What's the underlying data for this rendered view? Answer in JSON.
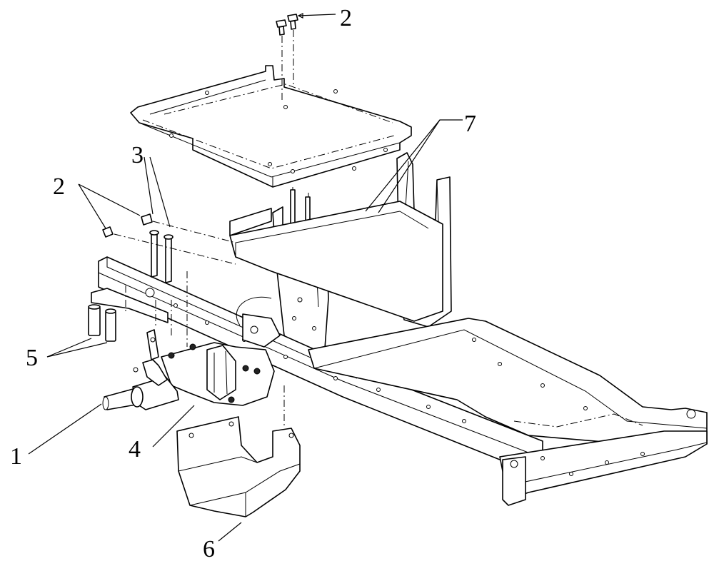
{
  "diagram": {
    "callouts": [
      {
        "id": "c2-top",
        "label": "2"
      },
      {
        "id": "c3",
        "label": "3"
      },
      {
        "id": "c2-left",
        "label": "2"
      },
      {
        "id": "c7",
        "label": "7"
      },
      {
        "id": "c5",
        "label": "5"
      },
      {
        "id": "c1",
        "label": "1"
      },
      {
        "id": "c4",
        "label": "4"
      },
      {
        "id": "c6",
        "label": "6"
      }
    ]
  }
}
